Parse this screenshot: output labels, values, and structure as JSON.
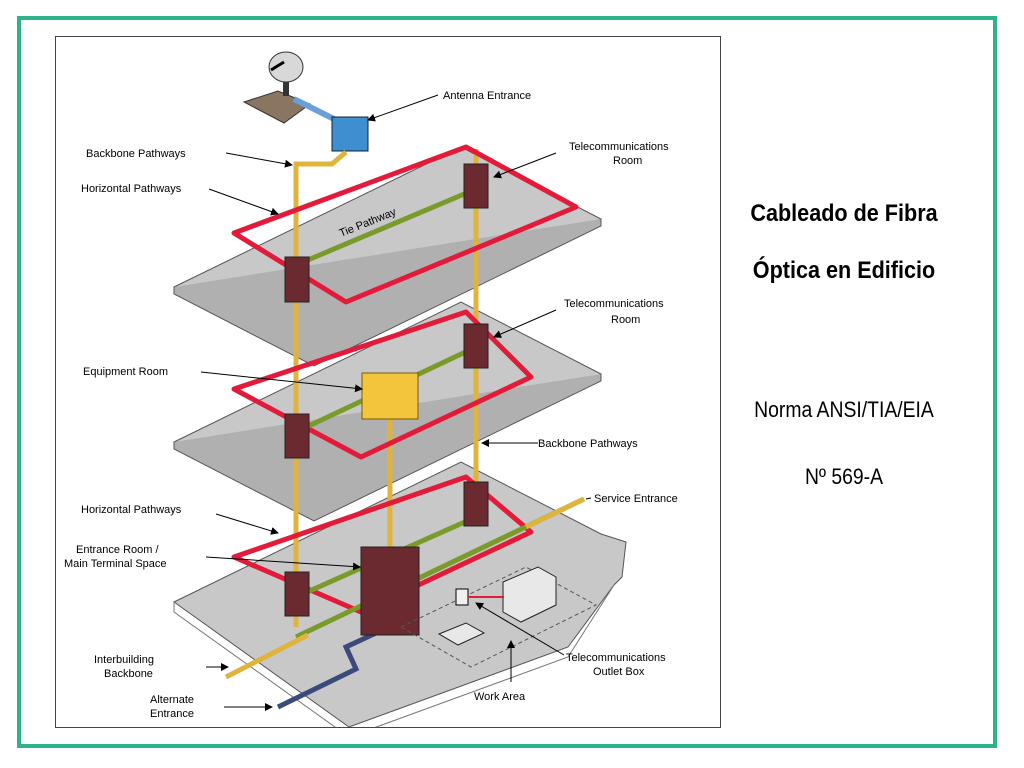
{
  "colors": {
    "frame": "#2db28a",
    "floor": "#c8c8c8",
    "horizontal_pathway": "#e31b3a",
    "backbone_pathway": "#e0b43c",
    "tie_pathway": "#7a9a2a",
    "closet": "#6b2a2f",
    "equipment_room": "#f2c53d",
    "antenna_box": "#3f8fd0",
    "alternate_entrance": "#3a4a7a"
  },
  "title": {
    "line1": "Cableado de Fibra",
    "line2": "Óptica en Edificio"
  },
  "standard": {
    "line1": "Norma ANSI/TIA/EIA",
    "line2": "Nº  569-A"
  },
  "diagram": {
    "tie_pathway": "Tie Pathway",
    "labels": {
      "antenna_entrance": "Antenna Entrance",
      "backbone_pathways_top": "Backbone Pathways",
      "horizontal_pathways_top": "Horizontal Pathways",
      "telecom_room_top_1": "Telecommunications",
      "telecom_room_top_2": "Room",
      "telecom_room_mid_1": "Telecommunications",
      "telecom_room_mid_2": "Room",
      "equipment_room": "Equipment Room",
      "backbone_pathways_mid": "Backbone Pathways",
      "horizontal_pathways_bottom": "Horizontal Pathways",
      "service_entrance": "Service Entrance",
      "entrance_room_1": "Entrance Room /",
      "entrance_room_2": "Main Terminal Space",
      "interbuilding_1": "Interbuilding",
      "interbuilding_2": "Backbone",
      "alternate_1": "Alternate",
      "alternate_2": "Entrance",
      "work_area": "Work Area",
      "outlet_box_1": "Telecommunications",
      "outlet_box_2": "Outlet Box"
    }
  }
}
